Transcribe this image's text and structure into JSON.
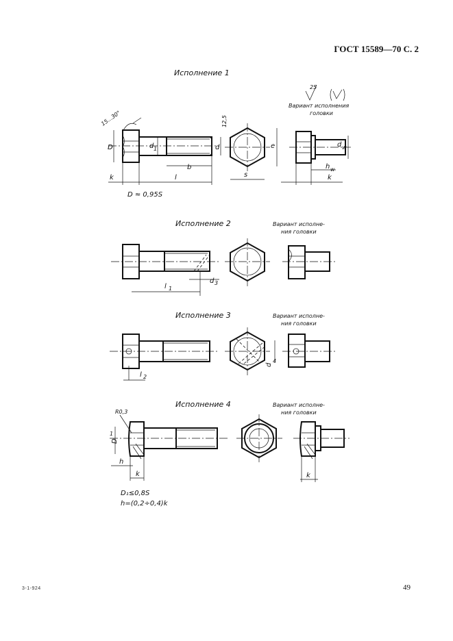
{
  "header": {
    "text": "ГОСТ 15589—70 С. 2"
  },
  "footer": {
    "left_code": "3-1-924",
    "page_number": "49"
  },
  "section1": {
    "title": "Исполнение 1",
    "roughness_value": "25",
    "variant_caption_line1": "Вариант исполнения",
    "variant_caption_line2": "головки",
    "angle_label": "15...30°",
    "roughness_small": "12,5",
    "labels": {
      "D": "D",
      "d1": "d",
      "d1_sub": "1",
      "d": "d",
      "b": "b",
      "l": "l",
      "k": "k",
      "s": "s",
      "e": "e",
      "dw": "d",
      "dw_sub": "w",
      "hw": "h",
      "hw_sub": "w",
      "k2": "k"
    },
    "formula": "D ≈ 0,95S"
  },
  "section2": {
    "title": "Исполнение 2",
    "variant_caption_line1": "Вариант исполне-",
    "variant_caption_line2": "ния головки",
    "labels": {
      "l1": "l",
      "l1_sub": "1",
      "d3": "d",
      "d3_sub": "3"
    }
  },
  "section3": {
    "title": "Исполнение 3",
    "variant_caption_line1": "Вариант исполне-",
    "variant_caption_line2": "ния головки",
    "labels": {
      "l2": "l",
      "l2_sub": "2",
      "d4": "d",
      "d4_sub": "4"
    }
  },
  "section4": {
    "title": "Исполнение 4",
    "variant_caption_line1": "Вариант исполне-",
    "variant_caption_line2": "ния головки",
    "labels": {
      "r": "R0,3",
      "D1": "D",
      "D1_sub": "1",
      "h": "h",
      "k": "k",
      "k2": "k"
    },
    "formula1": "D₁≤0,8S",
    "formula2": "h=(0,2÷0,4)k"
  }
}
